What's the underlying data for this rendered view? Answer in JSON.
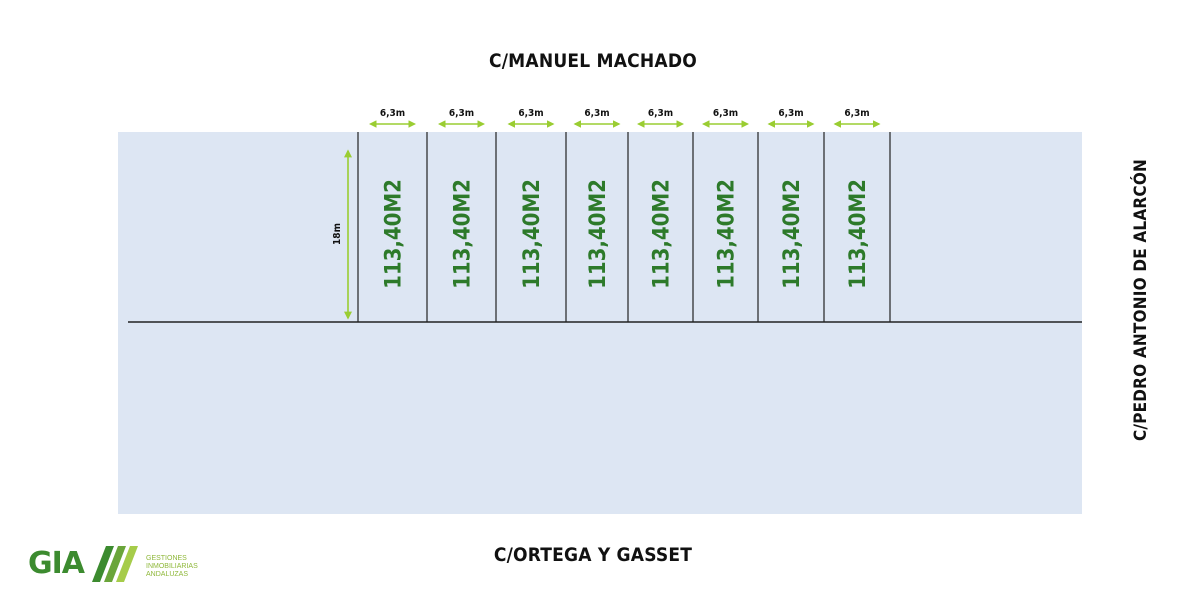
{
  "streets": {
    "top": "C/MANUEL MACHADO",
    "bottom": "C/ORTEGA Y GASSET",
    "right": "C/PEDRO ANTONIO DE ALARCÓN"
  },
  "lots": [
    {
      "area": "113,40M2",
      "frontage": "6,3m"
    },
    {
      "area": "113,40M2",
      "frontage": "6,3m"
    },
    {
      "area": "113,40M2",
      "frontage": "6,3m"
    },
    {
      "area": "113,40M2",
      "frontage": "6,3m"
    },
    {
      "area": "113,40M2",
      "frontage": "6,3m"
    },
    {
      "area": "113,40M2",
      "frontage": "6,3m"
    },
    {
      "area": "113,40M2",
      "frontage": "6,3m"
    },
    {
      "area": "113,40M2",
      "frontage": "6,3m"
    }
  ],
  "depth_label": "18m",
  "colors": {
    "site_fill": "#dde6f3",
    "lot_text": "#2d7a2a",
    "arrow": "#9acd32",
    "line": "#222222",
    "logo_green": "#3c8b2f",
    "logo_light": "#8fb83a"
  },
  "logo": {
    "mark": "GIA",
    "line1": "GESTIONES",
    "line2": "INMOBILIARIAS",
    "line3": "ANDALUZAS"
  }
}
